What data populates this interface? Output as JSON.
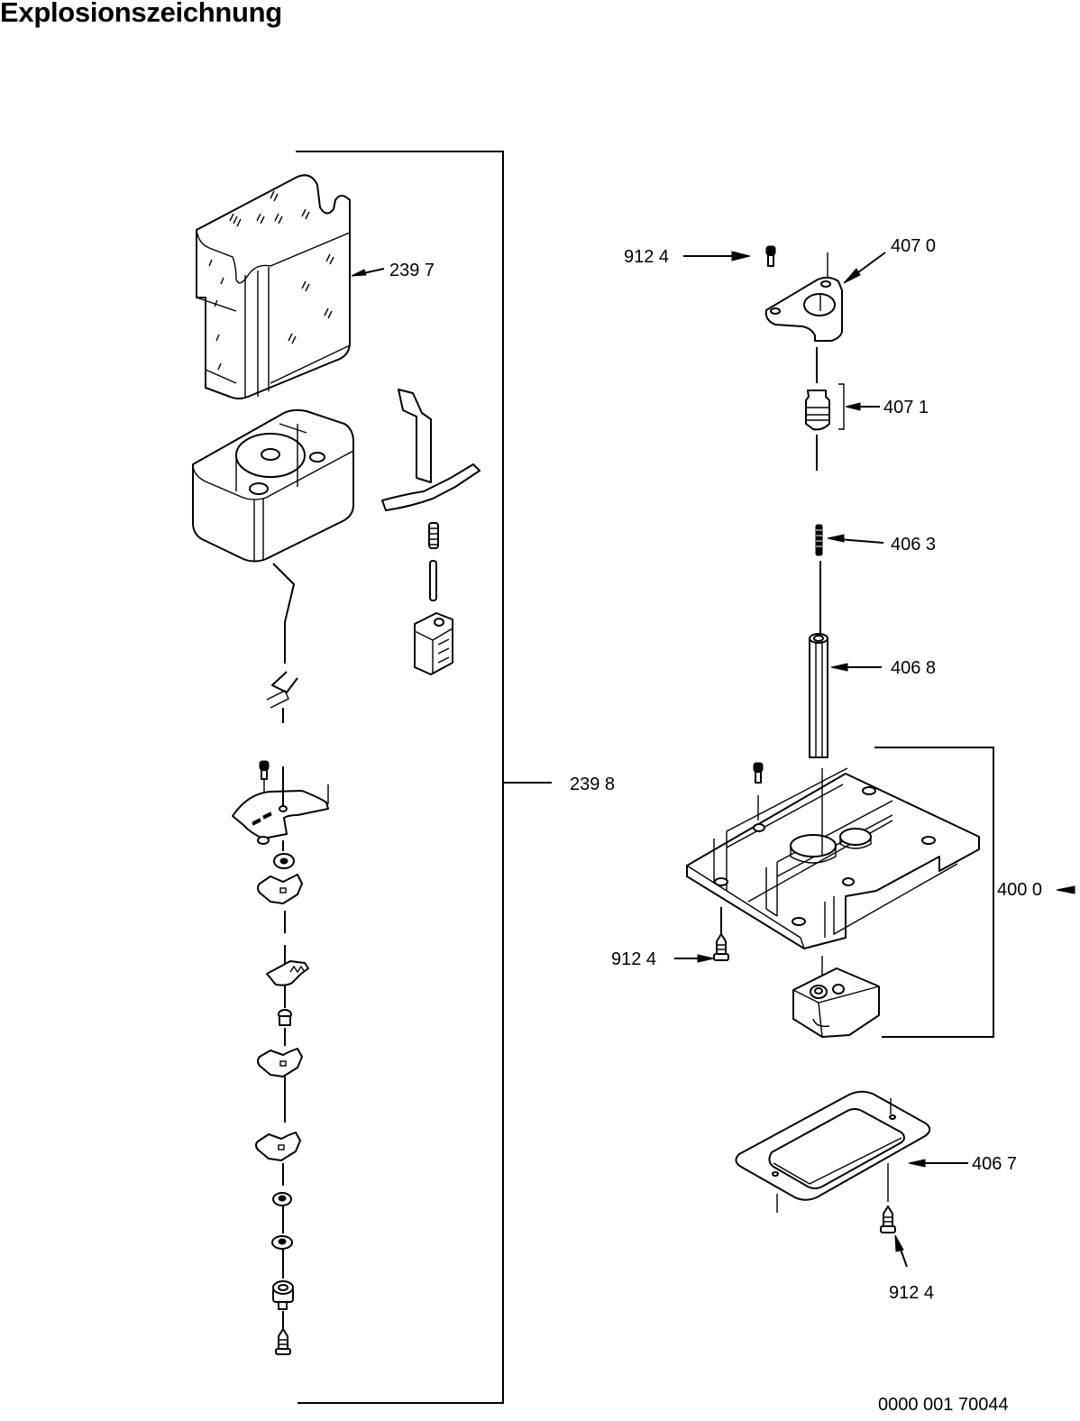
{
  "title": "Explosionszeichnung",
  "document_number": "0000 001 70044",
  "callouts": {
    "c2397": "239 7",
    "c2398": "239 8",
    "c9124_top": "912 4",
    "c4070": "407 0",
    "c4071": "407 1",
    "c4063": "406 3",
    "c4068": "406 8",
    "c4000": "400 0",
    "c9124_mid": "912 4",
    "c4067": "406 7",
    "c9124_bot": "912 4"
  },
  "assemblies": {
    "left_group": {
      "label": "239 8",
      "parts": [
        "239 7"
      ]
    },
    "right_group": {
      "label": "400 0"
    }
  }
}
